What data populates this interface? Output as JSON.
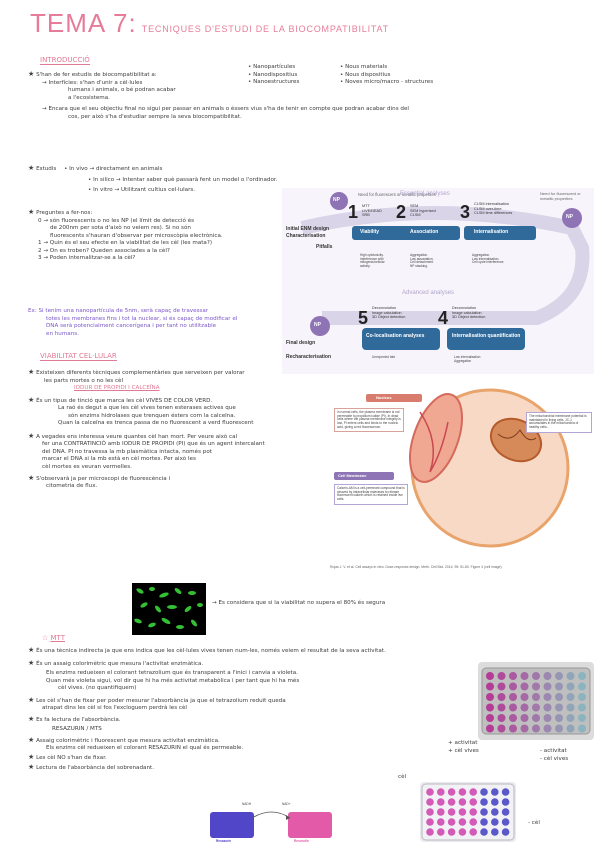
{
  "title": {
    "main": "TEMA 7:",
    "sub": "TECNIQUES D'ESTUDI DE LA BIOCOMPATIBILITAT"
  },
  "intro": {
    "heading": "INTRODUCCIÓ",
    "l1": "S'han de fer estudis de biocompatibilitat a:",
    "l2": "→ Interfícies: s'han d'unir a cèl·lules",
    "l3": "humans i animals, o bé podran acabar",
    "l4": "a l'ecosistema.",
    "l5": "→ Encara que el seu objectiu final no sigui per passar en animals o éssers vius s'ha de tenir en compte que podran acabar dins del",
    "l6": "cos, per això s'ha d'estudiar sempre la seva biocompatibilitat.",
    "col1": [
      "• Nanopartícules",
      "• Nanodispositius",
      "• Nanoestructures"
    ],
    "col2": [
      "• Nous materials",
      "• Nous dispositius",
      "• Noves micro/macro - structures"
    ]
  },
  "estudis": {
    "label": "Estudis",
    "l1": "• In vivo → directament en animals",
    "l2": "• In silico → Intentar saber què passarà fent un model o l'ordinador.",
    "l3": "• In vitro → Utilitzant cultius cel·lulars."
  },
  "preguntes": {
    "l0": "Preguntes a fer-nos:",
    "l1": "0 → són fluorescents o no les NP (el límit de detecció és",
    "l2": "de 200nm per sota d'això no veiem res). Si no són",
    "l3": "fluorescents s'hauran d'observar per microscòpia electrònica.",
    "l4": "1 → Quin és el seu efecte en la viabilitat de les cèl (les mata?)",
    "l5": "2 → On es troben? Queden associades a la cèl?",
    "l6": "3 → Poden internalitzar-se a la cèl?"
  },
  "exemple": {
    "l1": "Ex: Si tenim una nanopartícula de 5nm, serà capaç de travessar",
    "l2": "totes les membranes fins i tot la nuclear, si és capaç de modificar el",
    "l3": "DNA serà potencialment cancerígena i per tant no utilitzable",
    "l4": "en humans."
  },
  "diagram": {
    "essential": "Essential analyses",
    "advanced": "Advanced analyses",
    "np": "NP",
    "need_left": "Need for fluorescent or metallic properties",
    "need_right": "Need for fluorescent or metallic properties",
    "initial": "Initial ENM design",
    "characterisation": "Characterisation",
    "pitfalls": "Pitfalls",
    "final": "Final design",
    "recharacterisation": "Recharacterisation",
    "steps": [
      {
        "num": "1",
        "name": "Viability",
        "methods": "MTT\nLIVE/DEAD\nSRB",
        "pitfall": "High cytotoxicity.\nInterference with\nmitogenic/cellular\nactivity."
      },
      {
        "num": "2",
        "name": "Association",
        "methods": "SEM\nSEM hyperised\nCLSM",
        "pitfall": "Aggregation.\nLow association.\nCell detachment.\nNP stacking."
      },
      {
        "num": "3",
        "name": "Internalisation",
        "methods": "CLSM internalisation\nCLSM over-time\nCLSM time differences",
        "pitfall": "Aggregation.\nLow internalisation.\nCell cycle interference."
      },
      {
        "num": "5",
        "name": "Co-localisation analyses",
        "methods": "Deconvolution\nImage calculation\n3D Object detection"
      },
      {
        "num": "4",
        "name": "Internalisation quantification",
        "methods": "Deconvolution\nImage calculation\n3D Object detection"
      }
    ],
    "unexpected": "Unexpected fate",
    "low_intern": "Low internalisation\nAggregation"
  },
  "viabilitat": {
    "heading": "VIABILITAT CEL·LULAR",
    "l1": "Existeixen diferents tècniques complementàries que serveixen per valorar",
    "l2": "les parts mortes o no les cèl",
    "l3": "IODUR DE PROPIDI I CALCEÏNA",
    "l4": "És un tipus de tinció que marca les cèl VIVES DE COLOR VERD.",
    "l5": "La raó és degut a que les cèl vives tenen esterases actives que",
    "l6": "són enzims hidrolases que trenquen ésters com la calceïna.",
    "l7": "Quan la calceïna es trenca passa de no fluorescent a verd fluorescent",
    "l8": "A vegades ens interessa veure quantes cèl han mort. Per veure això cal",
    "l9": "fer una CONTRATINCIÓ amb IODUR DE PROPIDI (PI) que és un agent intercalant",
    "l10": "del DNA. PI no travessa la mb plasmàtica intacta, només pot",
    "l11": "marcar el DNA si la mb està en cèl mortes. Per això les",
    "l12": "cèl mortes es veuran vermelles.",
    "l13": "S'observarà ja per microscopi de fluorescència i",
    "l14": "citometria de flux.",
    "l15": "→ Es considera que si la viabilitat no supera el 80% és segura"
  },
  "cell": {
    "nucleus": "Nucleus",
    "cell_membrane": "Cell Membrane",
    "nucleus_desc": "In normal cells, the plasma membrane is not permeable to propidium iodide (PI). In dead cells where the plasma membrane integrity is lost, PI enters cells and binds to the nucleic acid, giving a red fluorescence.",
    "mito_desc": "The mitochondrial membrane potential is maintained in living cells. JC-1 accumulates in the mitochondria of healthy cells...",
    "membrane_desc": "Calcein-AM is a cell-permeant compound that is cleaved by intracellular esterases to release fluorescent calcein which is retained inside live cells."
  },
  "citation": "Rojas J. V. et al. Cell assays in vitro. Dose-response design. Meth. Cell Biol. 2014; 95: 51-80. Figure 4 (cell image).",
  "mtt": {
    "heading": "MTT",
    "l1": "És una tècnica indirecta ja que ens indica que les cèl·lules vives tenen num-les, només veiem el resultat de la seva activitat.",
    "l2": "És un assaig colorimètric que mesura l'activitat enzimàtica.",
    "l3": "Els enzims redueixen el colorant tetrazolium que és transparent a l'inici i canvia a violeta.",
    "l4": "Quan més violeta sigui, vol dir que hi ha més activitat metabòlica i per tant que hi ha més",
    "l5": "cèl vives. (no quantifiquem)",
    "l6": "Les cèl s'han de fixar per poder mesurar l'absorbància ja que el tetrazolium reduït queda",
    "l7": "atrapat dins les cèl si fos l'excloguem perdrà les cèl",
    "l8": "Es fa lectura de l'absorbància.",
    "l9": "RESAZURIN / MTS",
    "l10": "Assaig colorimètric i fluorescent que mesura activitat enzimàtica.",
    "l11": "Els enzims cèl redueixen el colorant RESAZURIN el qual és permeable.",
    "l12": "Les cèl NO s'han de fixar.",
    "l13": "Lectura de l'absorbància del sobrenadant.",
    "ann_active": "+ activitat",
    "ann_live": "+ cèl vives",
    "ann_active2": "- activitat",
    "ann_live2": "- cèl vives",
    "cel": "cèl",
    "ann_cel": "- cèl",
    "nadh": "NADH",
    "nad": "NAD+",
    "resazurin": "Resazurin",
    "resorufin": "Resorufin"
  },
  "colors": {
    "pink": "#e77c9a",
    "purple": "#7a56c8",
    "diag_blue": "#2f6a9a",
    "diag_purple": "#8e73b5"
  }
}
